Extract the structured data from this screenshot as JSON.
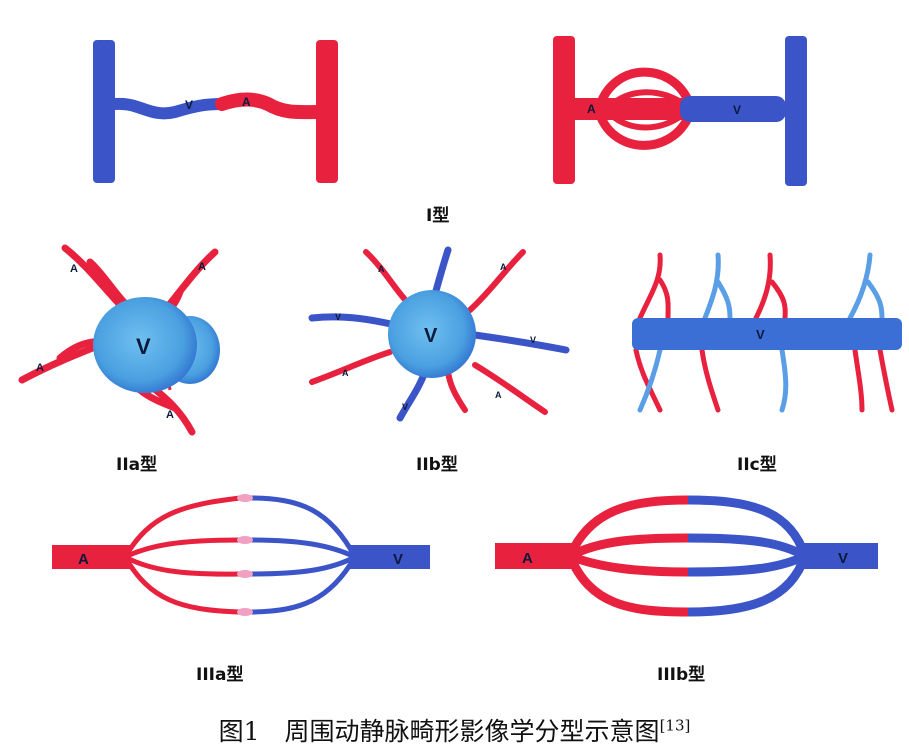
{
  "colors": {
    "artery": "#e8213e",
    "artery_light": "#f27a8e",
    "vein": "#3b55c8",
    "vein_dark": "#2a3fa6",
    "vein_light": "#5a9ee6",
    "nidus": "#4da3e0"
  },
  "markers": {
    "artery": "A",
    "vein": "V"
  },
  "labels": {
    "type_I": "I型",
    "type_IIa": "IIa型",
    "type_IIb": "IIb型",
    "type_IIc": "IIc型",
    "type_IIIa": "IIIa型",
    "type_IIIb": "IIIb型"
  },
  "caption": {
    "text": "图1　周围动静脉畸形影像学分型示意图",
    "ref": "[13]"
  }
}
